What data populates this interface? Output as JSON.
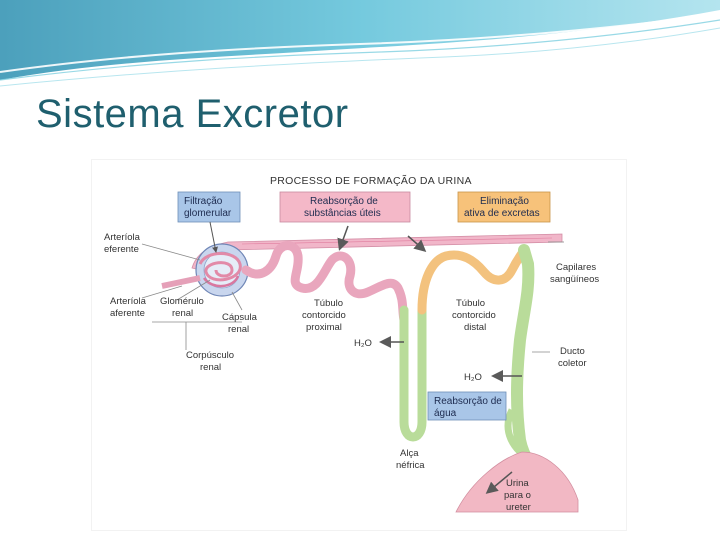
{
  "slide": {
    "title": "Sistema Excretor"
  },
  "diagram": {
    "title": "PROCESSO DE FORMAÇÃO DA URINA",
    "boxes": {
      "filtracao": [
        "Filtração",
        "glomerular"
      ],
      "reabsorcao_substancias": [
        "Reabsorção de",
        "substâncias úteis"
      ],
      "eliminacao": [
        "Eliminação",
        "ativa de excretas"
      ],
      "reabsorcao_agua": [
        "Reabsorção de",
        "água"
      ]
    },
    "labels": {
      "arteriola_eferente": [
        "Arteríola",
        "eferente"
      ],
      "arteriola_aferente": [
        "Arteríola",
        "aferente"
      ],
      "glomerulo": [
        "Glomérulo",
        "renal"
      ],
      "capsula": [
        "Cápsula",
        "renal"
      ],
      "corpusculo": [
        "Corpúsculo",
        "renal"
      ],
      "tubulo_proximal": [
        "Túbulo",
        "contorcido",
        "proximal"
      ],
      "tubulo_distal": [
        "Túbulo",
        "contorcido",
        "distal"
      ],
      "capilares": [
        "Capilares",
        "sangüíneos"
      ],
      "ducto": [
        "Ducto",
        "coletor"
      ],
      "alca": [
        "Alça",
        "néfrica"
      ],
      "urina": [
        "Urina",
        "para o",
        "ureter"
      ],
      "h2o_1": "H₂O",
      "h2o_2": "H₂O"
    },
    "colors": {
      "box_blue": "#a9c6e8",
      "box_pink": "#f4b8c8",
      "box_orange": "#f7c27a",
      "tubule_pink": "#e9a6bd",
      "tubule_green": "#b9dc9a",
      "tubule_orange": "#f3c27e",
      "capsule_blue": "#9db4dc",
      "title_color": "#1f5f6e"
    }
  }
}
